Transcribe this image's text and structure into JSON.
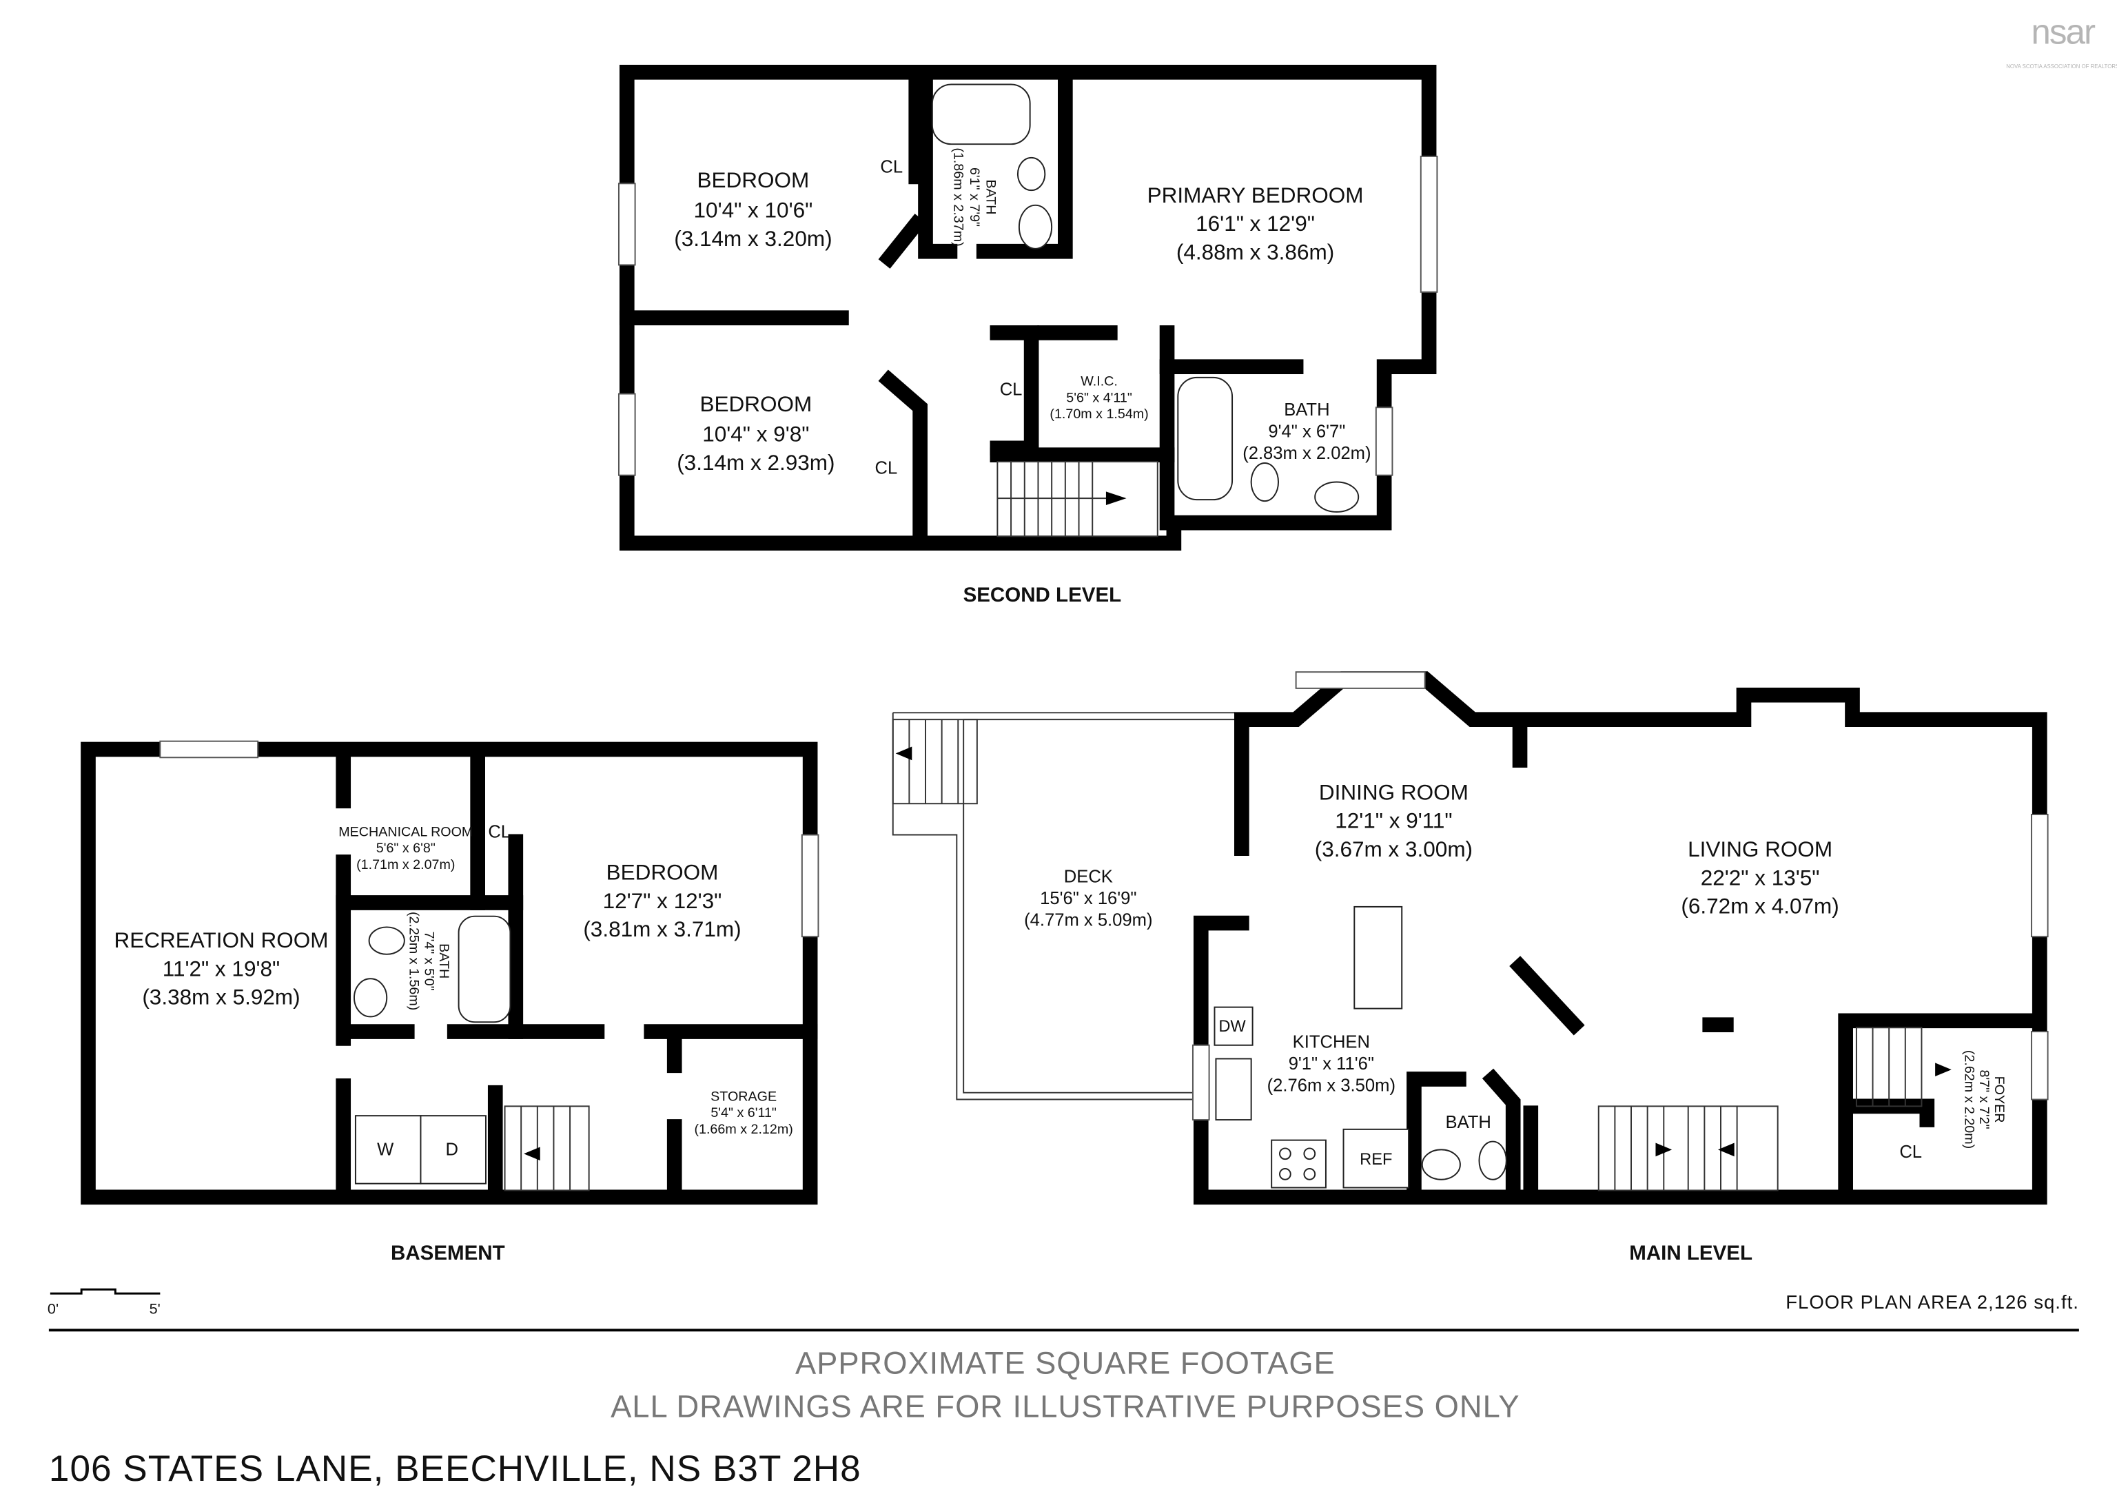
{
  "logo": {
    "text": "nsar",
    "subtitle": "NOVA SCOTIA ASSOCIATION OF REALTORS",
    "color": "#b5b5b5"
  },
  "second_level": {
    "label": "SECOND LEVEL",
    "bedroom1": {
      "name": "BEDROOM",
      "imperial": "10'4\" x 10'6\"",
      "metric": "(3.14m x 3.20m)"
    },
    "bedroom2": {
      "name": "BEDROOM",
      "imperial": "10'4\" x 9'8\"",
      "metric": "(3.14m x 2.93m)"
    },
    "bath1": {
      "name": "BATH",
      "imperial": "6'1\" x 7'9\"",
      "metric": "(1.86m x 2.37m)"
    },
    "primary": {
      "name": "PRIMARY BEDROOM",
      "imperial": "16'1\" x 12'9\"",
      "metric": "(4.88m x 3.86m)"
    },
    "wic": {
      "name": "W.I.C.",
      "imperial": "5'6\" x 4'11\"",
      "metric": "(1.70m x 1.54m)"
    },
    "bath2": {
      "name": "BATH",
      "imperial": "9'4\" x 6'7\"",
      "metric": "(2.83m x 2.02m)"
    },
    "closets": [
      "CL",
      "CL",
      "CL"
    ]
  },
  "basement": {
    "label": "BASEMENT",
    "recreation": {
      "name": "RECREATION ROOM",
      "imperial": "11'2\" x 19'8\"",
      "metric": "(3.38m x 5.92m)"
    },
    "mechanical": {
      "name": "MECHANICAL ROOM",
      "imperial": "5'6\" x 6'8\"",
      "metric": "(1.71m x 2.07m)"
    },
    "bath": {
      "name": "BATH",
      "imperial": "7'4\" x 5'0\"",
      "metric": "(2.25m x 1.56m)"
    },
    "bedroom": {
      "name": "BEDROOM",
      "imperial": "12'7\" x 12'3\"",
      "metric": "(3.81m x 3.71m)"
    },
    "storage": {
      "name": "STORAGE",
      "imperial": "5'4\" x 6'11\"",
      "metric": "(1.66m x 2.12m)"
    },
    "closet": "CL",
    "washer": "W",
    "dryer": "D"
  },
  "main_level": {
    "label": "MAIN LEVEL",
    "deck": {
      "name": "DECK",
      "imperial": "15'6\" x 16'9\"",
      "metric": "(4.77m x 5.09m)"
    },
    "dining": {
      "name": "DINING ROOM",
      "imperial": "12'1\" x 9'11\"",
      "metric": "(3.67m x 3.00m)"
    },
    "living": {
      "name": "LIVING ROOM",
      "imperial": "22'2\" x 13'5\"",
      "metric": "(6.72m x 4.07m)"
    },
    "kitchen": {
      "name": "KITCHEN",
      "imperial": "9'1\" x 11'6\"",
      "metric": "(2.76m x 3.50m)"
    },
    "bath": {
      "name": "BATH"
    },
    "foyer": {
      "name": "FOYER",
      "imperial": "8'7\" x 7'2\"",
      "metric": "(2.62m x 2.20m)"
    },
    "dw": "DW",
    "ref": "REF",
    "closet": "CL"
  },
  "scale": {
    "start": "0'",
    "end": "5'"
  },
  "floor_area": "FLOOR PLAN AREA 2,126 sq.ft.",
  "disclaimer": [
    "APPROXIMATE SQUARE FOOTAGE",
    "ALL DRAWINGS ARE FOR ILLUSTRATIVE PURPOSES ONLY"
  ],
  "address": "106 STATES LANE, BEECHVILLE, NS B3T 2H8"
}
